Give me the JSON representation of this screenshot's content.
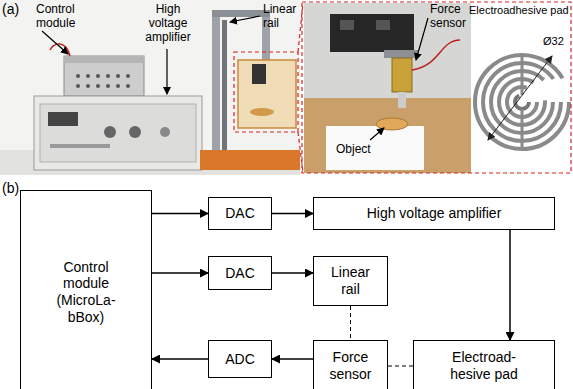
{
  "diagram": {
    "nodes": [
      {
        "text": [
          "Control module (MicroLa-bBox)"
        ]
      },
      {
        "text": [
          "DAC"
        ]
      },
      {
        "text": [
          "High voltage amplifier"
        ]
      },
      {
        "text": [
          "DAC"
        ]
      },
      {
        "text": [
          "Linear rail"
        ]
      },
      {
        "text": [
          "ADC"
        ]
      },
      {
        "text": [
          "Force sensor"
        ]
      },
      {
        "text": [
          "Electroad-hesive pad"
        ]
      }
    ],
    "edges": [
      {
        "from": 0,
        "to": 1,
        "arrow": "to"
      },
      {
        "from": 1,
        "to": 2,
        "arrow": "to"
      },
      {
        "from": 0,
        "to": 3,
        "arrow": "to"
      },
      {
        "from": 3,
        "to": 4,
        "arrow": "to"
      },
      {
        "from": 2,
        "to": 7,
        "arrow": "to"
      },
      {
        "from": 6,
        "to": 5,
        "arrow": "to"
      },
      {
        "from": 5,
        "to": 0,
        "arrow": "to"
      },
      {
        "from": 4,
        "to": 6,
        "arrow": "none"
      },
      {
        "from": 6,
        "to": 7,
        "arrow": "none"
      }
    ],
    "labels": [
      "(a)",
      "Control module",
      "High voltage amplifier",
      "Linear rail",
      "Force sensor",
      "Object",
      "Electroadhesive pad",
      "Ø32",
      "(b)"
    ]
  }
}
